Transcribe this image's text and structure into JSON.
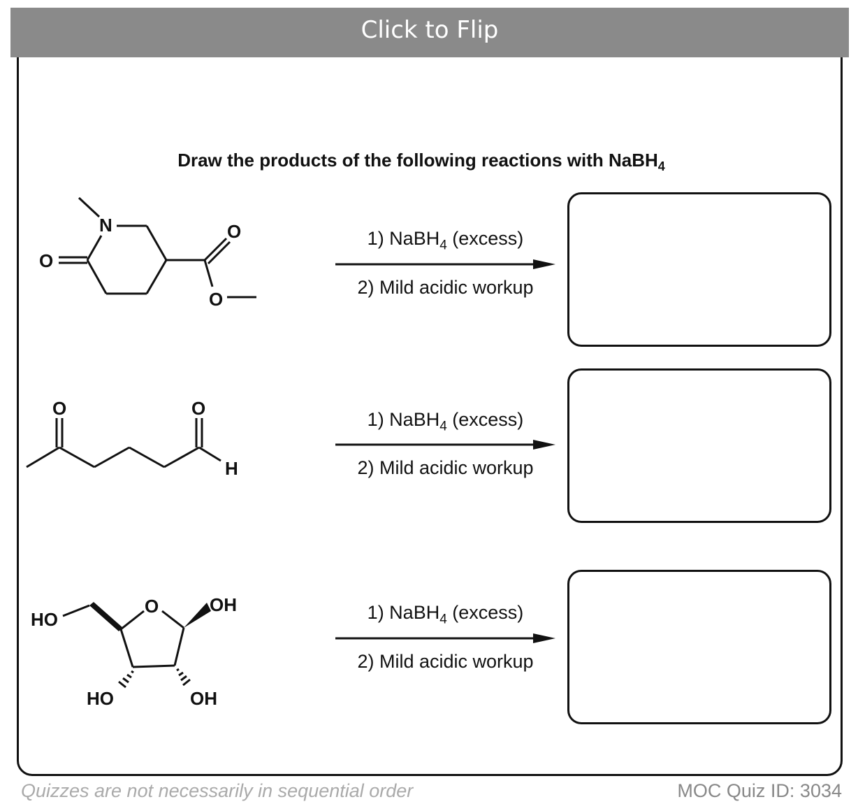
{
  "header": {
    "title": "Click to Flip"
  },
  "question": {
    "text": "Draw the products of the following reactions with NaBH",
    "subscript": "4"
  },
  "reactions": [
    {
      "step1": "1) NaBH",
      "step1_sub": "4",
      "step1_tail": " (excess)",
      "step2": "2) Mild acidic workup",
      "atoms": {
        "n": "N",
        "o_lactam": "O",
        "o_carbonyl": "O",
        "o_ester": "O"
      }
    },
    {
      "step1": "1) NaBH",
      "step1_sub": "4",
      "step1_tail": " (excess)",
      "step2": "2) Mild acidic workup",
      "atoms": {
        "o_ketone": "O",
        "o_aldehyde": "O",
        "h": "H"
      }
    },
    {
      "step1": "1) NaBH",
      "step1_sub": "4",
      "step1_tail": " (excess)",
      "step2": "2) Mild acidic workup",
      "atoms": {
        "ho_ch2": "HO",
        "o_ring": "O",
        "oh_anomeric": "OH",
        "ho_c3": "HO",
        "oh_c2": "OH"
      }
    }
  ],
  "footer": {
    "note": "Quizzes are not necessarily in sequential order",
    "quiz_id": "MOC Quiz ID: 3034"
  }
}
